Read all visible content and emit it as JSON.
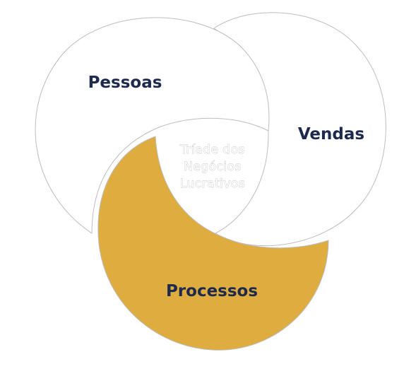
{
  "diagram": {
    "segments": [
      {
        "label": "Pessoas",
        "fill": "#ffffff",
        "text_color": "#1d2a4d"
      },
      {
        "label": "Vendas",
        "fill": "#ffffff",
        "text_color": "#1d2a4d"
      },
      {
        "label": "Processos",
        "fill": "#deac3f",
        "text_color": "#1d2a4d"
      }
    ],
    "center": {
      "lines": [
        "Tríade dos",
        "Negócios",
        "Lucrativos"
      ]
    },
    "outline_color": "#bdbdbd"
  }
}
